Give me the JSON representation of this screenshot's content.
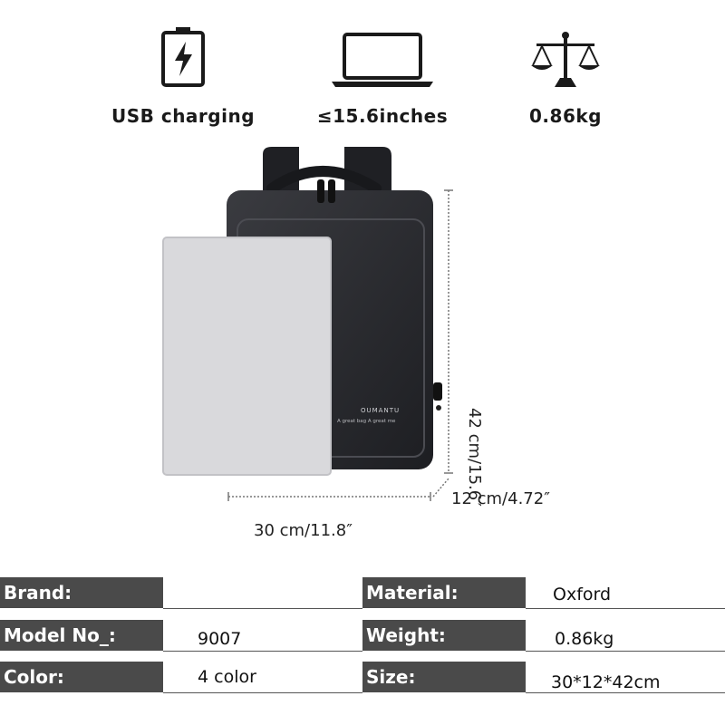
{
  "features": [
    {
      "icon": "battery-charging-icon",
      "label": "USB charging"
    },
    {
      "icon": "laptop-icon",
      "label": "≤15.6inches"
    },
    {
      "icon": "scale-icon",
      "label": "0.86kg"
    }
  ],
  "dimensions": {
    "height": "42 cm/15.6″",
    "depth": "12 cm/4.72″",
    "width": "30 cm/11.8″"
  },
  "bag_branding": {
    "brand": "OUMANTU",
    "slogan": "A great bag A great me"
  },
  "specs": {
    "brand_label": "Brand:",
    "brand_value": "",
    "material_label": "Material:",
    "material_value": "Oxford",
    "model_label": "Model No_:",
    "model_value": "9007",
    "weight_label": "Weight:",
    "weight_value": "0.86kg",
    "color_label": "Color:",
    "color_value": "4 color",
    "size_label": "Size:",
    "size_value": "30*12*42cm"
  },
  "colors": {
    "label_bg": "#4a4a4a",
    "bag": "#2b2c30",
    "laptop": "#d9d9dc"
  }
}
